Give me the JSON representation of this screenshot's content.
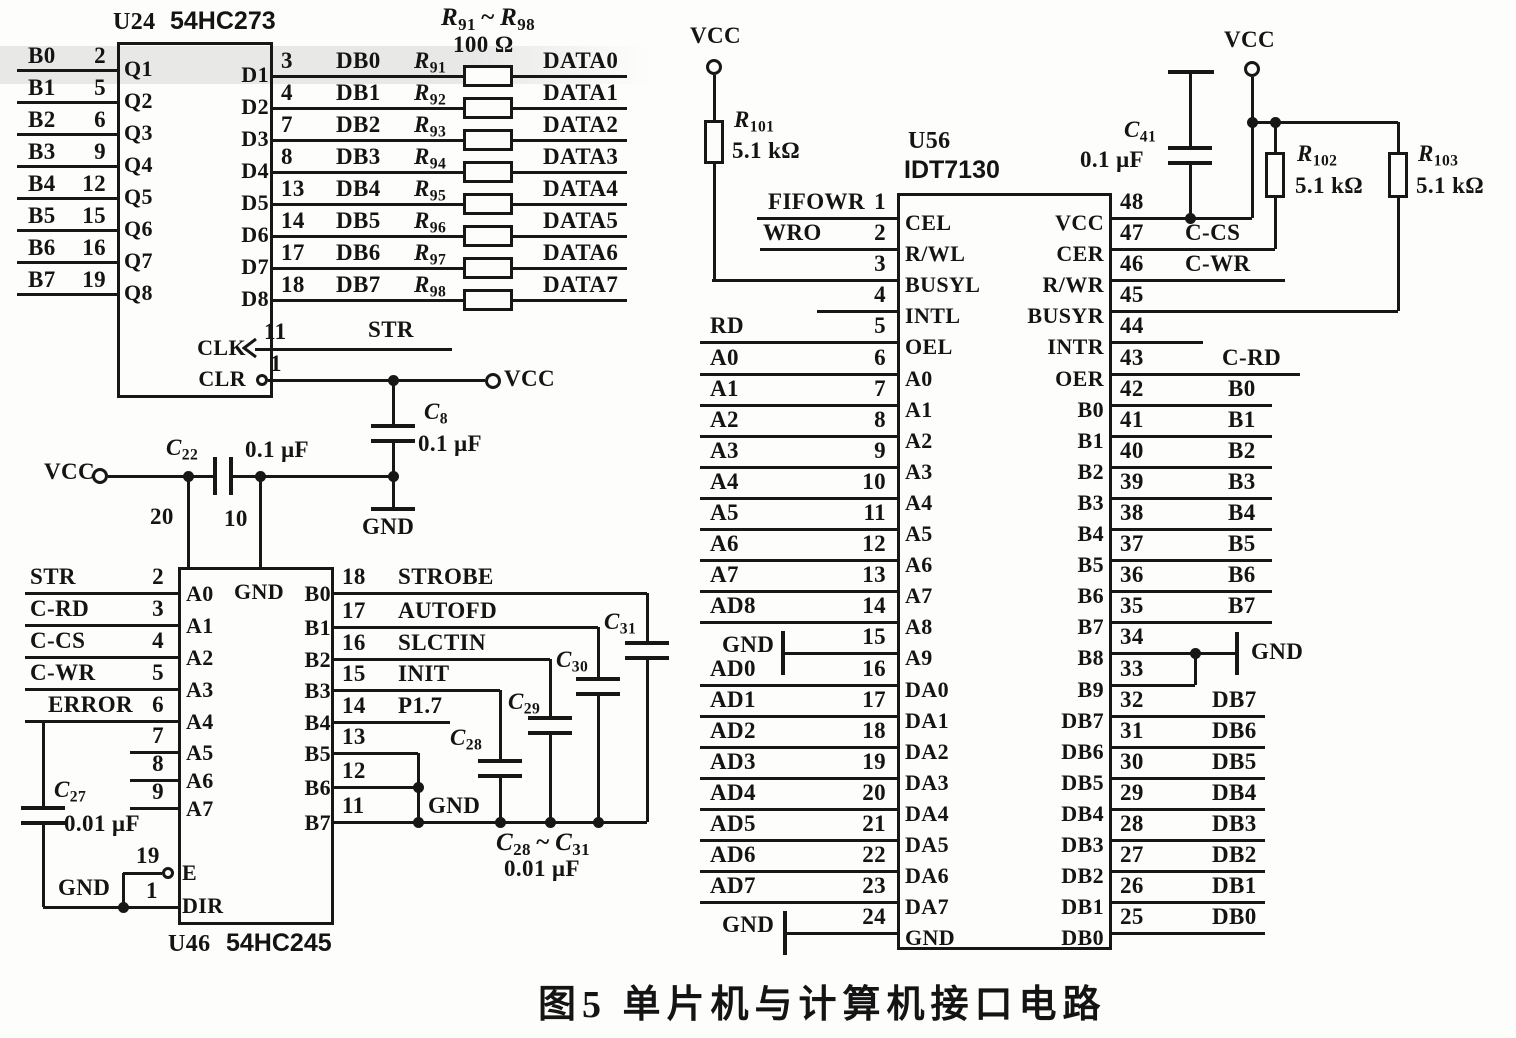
{
  "colors": {
    "ink": "#171717",
    "paper": "#fdfdfc",
    "scan_band": "#d6d6d6"
  },
  "caption": "图5  单片机与计算机接口电路",
  "power": {
    "vcc": "VCC",
    "gnd": "GND"
  },
  "u24": {
    "ref": "U24",
    "part": "54HC273",
    "left": [
      [
        "B0",
        "2",
        "Q1"
      ],
      [
        "B1",
        "5",
        "Q2"
      ],
      [
        "B2",
        "6",
        "Q3"
      ],
      [
        "B3",
        "9",
        "Q4"
      ],
      [
        "B4",
        "12",
        "Q5"
      ],
      [
        "B5",
        "15",
        "Q6"
      ],
      [
        "B6",
        "16",
        "Q7"
      ],
      [
        "B7",
        "19",
        "Q8"
      ]
    ],
    "right": [
      [
        "D1",
        "3",
        "DB0",
        "R91",
        "DATA0"
      ],
      [
        "D2",
        "4",
        "DB1",
        "R92",
        "DATA1"
      ],
      [
        "D3",
        "7",
        "DB2",
        "R93",
        "DATA2"
      ],
      [
        "D4",
        "8",
        "DB3",
        "R94",
        "DATA3"
      ],
      [
        "D5",
        "13",
        "DB4",
        "R95",
        "DATA4"
      ],
      [
        "D6",
        "14",
        "DB5",
        "R96",
        "DATA5"
      ],
      [
        "D7",
        "17",
        "DB6",
        "R97",
        "DATA6"
      ],
      [
        "D8",
        "18",
        "DB7",
        "R98",
        "DATA7"
      ]
    ],
    "group_label": "R91~R98",
    "group_value": "100 Ω",
    "clk": {
      "name": "CLK",
      "pin": "11",
      "net": "STR"
    },
    "clr": {
      "name": "CLR",
      "pin": "1",
      "net": "VCC"
    },
    "c8": {
      "ref": "C8",
      "value": "0.1 μF",
      "gnd": "GND"
    },
    "c22": {
      "ref": "C22",
      "value": "0.1 μF",
      "vcc": "VCC",
      "pin_vcc": "20",
      "pin_gnd": "10"
    }
  },
  "u46": {
    "ref": "U46",
    "part": "54HC245",
    "inside_top_gnd": "GND",
    "left": [
      [
        "STR",
        "2",
        "A0"
      ],
      [
        "C-RD",
        "3",
        "A1"
      ],
      [
        "C-CS",
        "4",
        "A2"
      ],
      [
        "C-WR",
        "5",
        "A3"
      ],
      [
        "ERROR",
        "6",
        "A4"
      ],
      [
        "",
        "7",
        "A5"
      ],
      [
        "",
        "8",
        "A6"
      ],
      [
        "",
        "9",
        "A7"
      ]
    ],
    "right": [
      [
        "B0",
        "18",
        "STROBE"
      ],
      [
        "B1",
        "17",
        "AUTOFD"
      ],
      [
        "B2",
        "16",
        "SLCTIN"
      ],
      [
        "B3",
        "15",
        "INIT"
      ],
      [
        "B4",
        "14",
        "P1.7"
      ],
      [
        "B5",
        "13",
        ""
      ],
      [
        "B6",
        "12",
        ""
      ],
      [
        "B7",
        "11",
        "GND"
      ]
    ],
    "enable": {
      "name": "E",
      "pin": "19"
    },
    "dir": {
      "name": "DIR",
      "pin": "1"
    },
    "gnd_label": "GND",
    "c27": {
      "ref": "C27",
      "value": "0.01 μF"
    },
    "caps": [
      "C28",
      "C29",
      "C30",
      "C31"
    ],
    "cap_group_label": "C28~C31",
    "cap_group_value": "0.01 μF"
  },
  "u56": {
    "ref": "U56",
    "part": "IDT7130",
    "left": [
      [
        "FIFOWR",
        "1",
        "CEL"
      ],
      [
        "WRO",
        "2",
        "R/WL"
      ],
      [
        "",
        "3",
        "BUSYL"
      ],
      [
        "",
        "4",
        "INTL"
      ],
      [
        "RD",
        "5",
        "OEL"
      ],
      [
        "A0",
        "6",
        "A0"
      ],
      [
        "A1",
        "7",
        "A1"
      ],
      [
        "A2",
        "8",
        "A2"
      ],
      [
        "A3",
        "9",
        "A3"
      ],
      [
        "A4",
        "10",
        "A4"
      ],
      [
        "A5",
        "11",
        "A5"
      ],
      [
        "A6",
        "12",
        "A6"
      ],
      [
        "A7",
        "13",
        "A7"
      ],
      [
        "AD8",
        "14",
        "A8"
      ],
      [
        "GND",
        "15",
        "A9"
      ],
      [
        "AD0",
        "16",
        "DA0"
      ],
      [
        "AD1",
        "17",
        "DA1"
      ],
      [
        "AD2",
        "18",
        "DA2"
      ],
      [
        "AD3",
        "19",
        "DA3"
      ],
      [
        "AD4",
        "20",
        "DA4"
      ],
      [
        "AD5",
        "21",
        "DA5"
      ],
      [
        "AD6",
        "22",
        "DA6"
      ],
      [
        "AD7",
        "23",
        "DA7"
      ],
      [
        "GND",
        "24",
        "GND"
      ]
    ],
    "right": [
      [
        "48",
        "VCC",
        ""
      ],
      [
        "47",
        "CER",
        "C-CS"
      ],
      [
        "46",
        "R/WR",
        "C-WR"
      ],
      [
        "45",
        "BUSYR",
        ""
      ],
      [
        "44",
        "INTR",
        ""
      ],
      [
        "43",
        "OER",
        "C-RD"
      ],
      [
        "42",
        "B0",
        "B0"
      ],
      [
        "41",
        "B1",
        "B1"
      ],
      [
        "40",
        "B2",
        "B2"
      ],
      [
        "39",
        "B3",
        "B3"
      ],
      [
        "38",
        "B4",
        "B4"
      ],
      [
        "37",
        "B5",
        "B5"
      ],
      [
        "36",
        "B6",
        "B6"
      ],
      [
        "35",
        "B7",
        "B7"
      ],
      [
        "34",
        "B8",
        "GND"
      ],
      [
        "33",
        "B9",
        ""
      ],
      [
        "32",
        "DB7",
        "DB7"
      ],
      [
        "31",
        "DB6",
        "DB6"
      ],
      [
        "30",
        "DB5",
        "DB5"
      ],
      [
        "29",
        "DB4",
        "DB4"
      ],
      [
        "28",
        "DB3",
        "DB3"
      ],
      [
        "27",
        "DB2",
        "DB2"
      ],
      [
        "26",
        "DB1",
        "DB1"
      ],
      [
        "25",
        "DB0",
        "DB0"
      ]
    ]
  },
  "pullups": {
    "r101": [
      "R101",
      "5.1 kΩ"
    ],
    "r102": [
      "R102",
      "5.1 kΩ"
    ],
    "r103": [
      "R103",
      "5.1 kΩ"
    ]
  },
  "c41": [
    "C41",
    "0.1 μF"
  ]
}
